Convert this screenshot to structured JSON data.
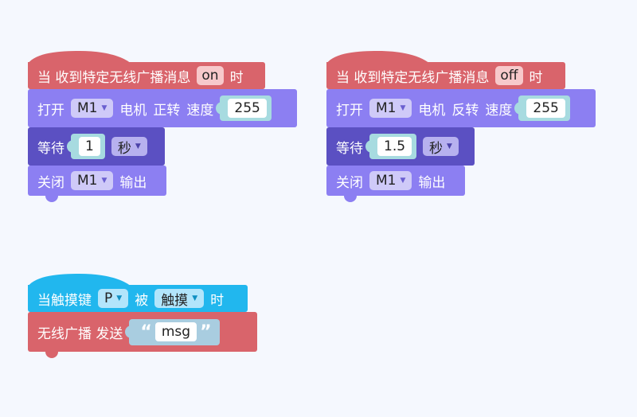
{
  "scripts": [
    {
      "hat": {
        "prefix": "当 收到特定无线广播消息",
        "message": "on",
        "suffix": "时"
      },
      "motor_on": {
        "action": "打开",
        "motor": "M1",
        "mid": "电机",
        "direction": "正转",
        "speed_label": "速度",
        "speed": "255"
      },
      "wait": {
        "label": "等待",
        "value": "1",
        "unit": "秒"
      },
      "motor_off": {
        "action": "关闭",
        "motor": "M1",
        "suffix": "输出"
      }
    },
    {
      "hat": {
        "prefix": "当 收到特定无线广播消息",
        "message": "off",
        "suffix": "时"
      },
      "motor_on": {
        "action": "打开",
        "motor": "M1",
        "mid": "电机",
        "direction": "反转",
        "speed_label": "速度",
        "speed": "255"
      },
      "wait": {
        "label": "等待",
        "value": "1.5",
        "unit": "秒"
      },
      "motor_off": {
        "action": "关闭",
        "motor": "M1",
        "suffix": "输出"
      }
    }
  ],
  "touch_script": {
    "hat": {
      "prefix": "当触摸键",
      "key": "P",
      "mid": "被",
      "state": "触摸",
      "suffix": "时"
    },
    "broadcast": {
      "label": "无线广播 发送",
      "message": "msg"
    }
  },
  "colors": {
    "event_red": "#d9646b",
    "motor_purple": "#8c7ff2",
    "control_dark": "#5b50c2",
    "touch_cyan": "#21b7ee",
    "background": "#f5f8fe"
  },
  "icons": {
    "dropdown": "caret-down-icon",
    "open_quote": "open-quote-icon",
    "close_quote": "close-quote-icon"
  }
}
